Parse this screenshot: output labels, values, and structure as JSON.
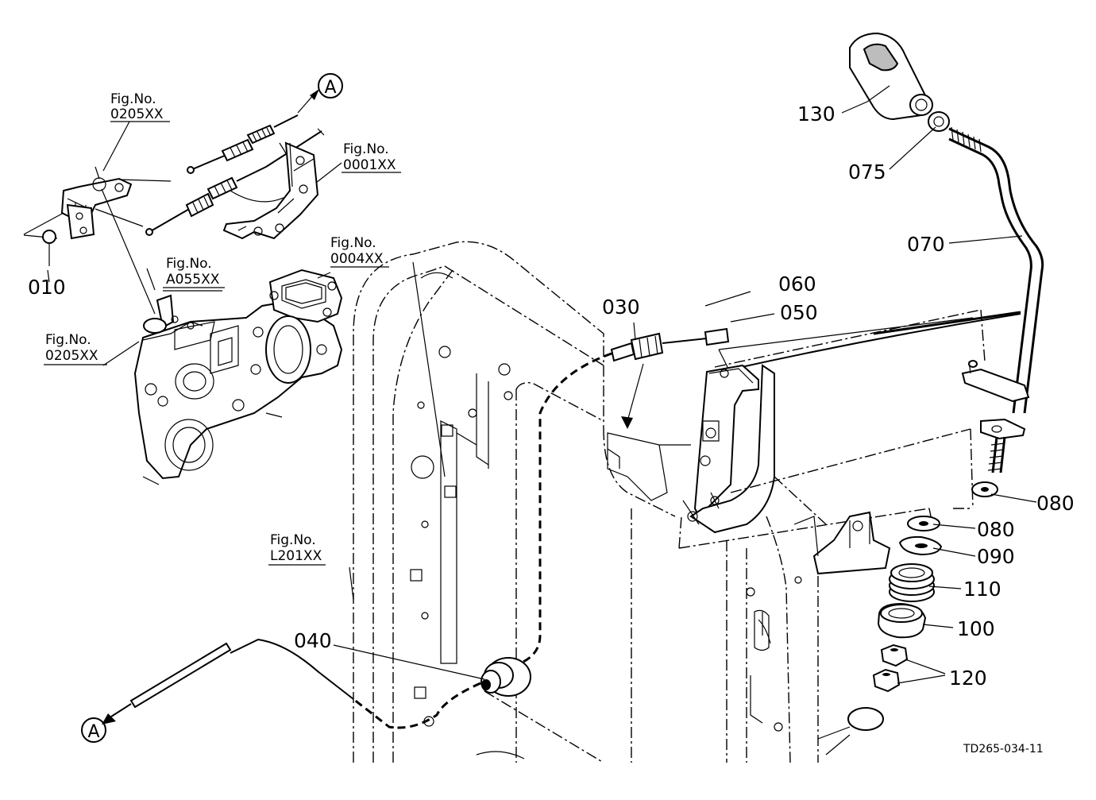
{
  "diagram": {
    "drawing_code": "TD265-034-11",
    "connector_label": "A",
    "part_numbers": {
      "p010": "010",
      "p030": "030",
      "p040": "040",
      "p050": "050",
      "p060": "060",
      "p070": "070",
      "p075": "075",
      "p080a": "080",
      "p080b": "080",
      "p090": "090",
      "p100": "100",
      "p110": "110",
      "p120": "120",
      "p130": "130"
    },
    "figure_refs": [
      {
        "label": "Fig.No.",
        "code": "0205XX"
      },
      {
        "label": "Fig.No.",
        "code": "0001XX"
      },
      {
        "label": "Fig.No.",
        "code": "A055XX"
      },
      {
        "label": "Fig.No.",
        "code": "0004XX"
      },
      {
        "label": "Fig.No.",
        "code": "0205XX"
      },
      {
        "label": "Fig.No.",
        "code": "L201XX"
      }
    ]
  }
}
